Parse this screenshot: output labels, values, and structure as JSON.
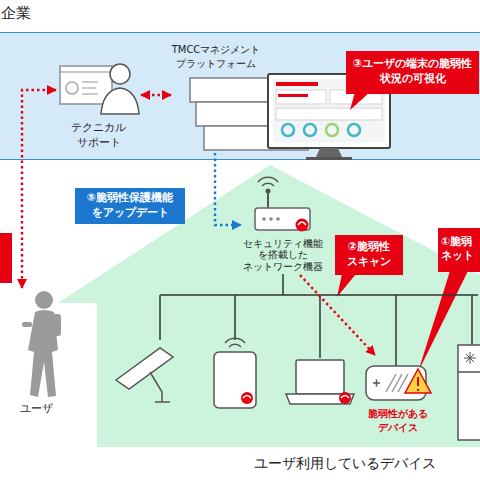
{
  "diagram": {
    "nodes": [
      {
        "text": [
          "企業"
        ]
      },
      {
        "text": [
          "テクニカル サポート"
        ],
        "in": 0
      },
      {
        "text": [
          "TMCCマネジメント プラットフォーム"
        ],
        "in": 0
      },
      {
        "text": [
          "③ユーザの端末の脆弱性 状況の可視化"
        ],
        "in": 0
      },
      {
        "text": [
          "⑤脆弱性保護機能 をアップデート"
        ]
      },
      {
        "text": [
          "ユーザ利用しているデバイス"
        ]
      },
      {
        "text": [
          "セキュリティ機能 を搭載した ネットワーク機器"
        ],
        "in": 5
      },
      {
        "text": [
          "②脆弱性 スキャン"
        ],
        "in": 5
      },
      {
        "text": [
          "①脆弱 ネット"
        ],
        "in": 5
      },
      {
        "text": [
          "脆弱性がある デバイス"
        ],
        "in": 5
      },
      {
        "text": [
          "ユーザ"
        ]
      }
    ],
    "edges": [
      {
        "from": 1,
        "to": 2,
        "arrow": "both"
      },
      {
        "from": 2,
        "to": 6,
        "arrow": "to"
      },
      {
        "from": 6,
        "to": 9,
        "arrow": "to"
      },
      {
        "from": 1,
        "to": 10,
        "arrow": "both"
      }
    ]
  }
}
